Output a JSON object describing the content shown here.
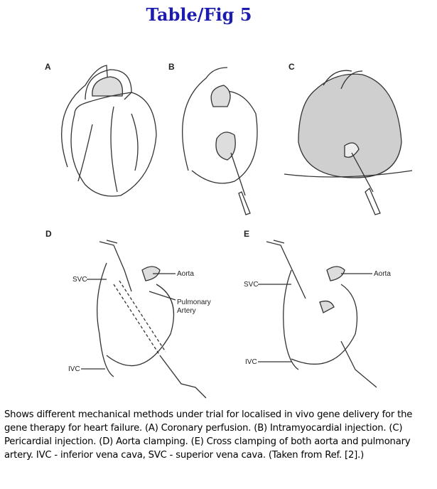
{
  "title": "Table/Fig 5",
  "figure": {
    "panels": [
      {
        "label": "A"
      },
      {
        "label": "B"
      },
      {
        "label": "C"
      },
      {
        "label": "D",
        "annotations": [
          "SVC",
          "Aorta",
          "Pulmonary",
          "Artery",
          "IVC"
        ]
      },
      {
        "label": "E",
        "annotations": [
          "Aorta",
          "SVC",
          "IVC"
        ]
      }
    ]
  },
  "caption": "Shows different mechanical methods under trial for localised in vivo gene delivery for the gene therapy for heart failure. (A) Coronary perfusion. (B) Intramyocardial injection. (C) Pericardial injection. (D) Aorta clamping. (E) Cross clamping of both aorta and pulmonary artery. IVC - inferior vena cava, SVC - superior vena cava. (Taken from Ref. [2].)"
}
